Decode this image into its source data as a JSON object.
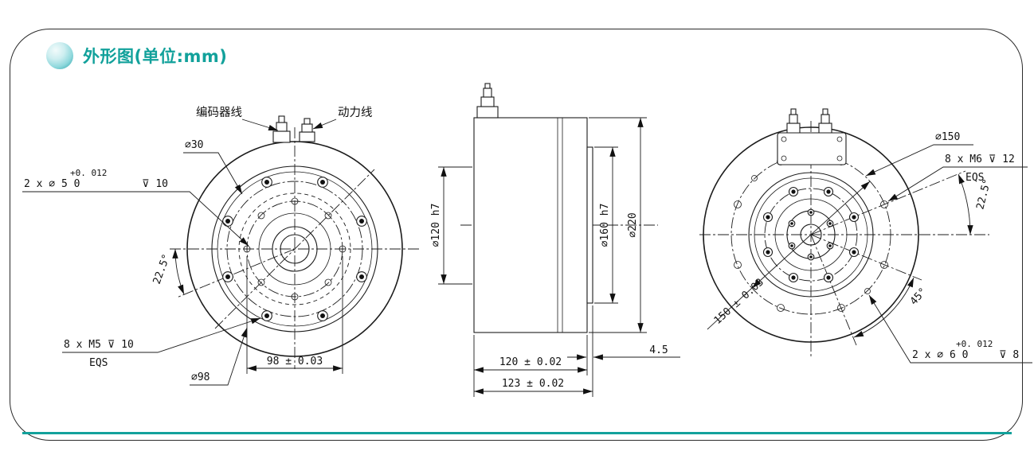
{
  "header": {
    "title": "外形图(单位:mm)"
  },
  "theme": {
    "accent": "#12a19b",
    "line_color": "#1c1c1c"
  },
  "front": {
    "encoder_label": "编码器线",
    "power_label": "动力线",
    "dia30": "∅30",
    "dowel_tol": "+0. 012",
    "dowel_main": "2 x ∅ 5  0",
    "dowel_depth": "⊽ 10",
    "angle": "22.5°",
    "tap_main": "8 x M5 ⊽ 10",
    "tap_eqs": "EQS",
    "dia98": "∅98",
    "dim98": "98 ± 0.03"
  },
  "side": {
    "dia120": "∅120 h7",
    "dia160": "∅160 h7",
    "dia220": "∅220",
    "dim120": "120 ± 0.02",
    "dim123": "123 ± 0.02",
    "dim45": "4.5"
  },
  "back": {
    "dia150": "∅150",
    "tap_main": "8 x M6 ⊽ 12",
    "tap_eqs": "EQS",
    "angle_small": "22.5°",
    "angle_large": "45°",
    "dim150": "150 ± 0.03",
    "dowel_tol": "+0. 012",
    "dowel_main": "2 x ∅ 6  0",
    "dowel_depth": "⊽ 8"
  }
}
